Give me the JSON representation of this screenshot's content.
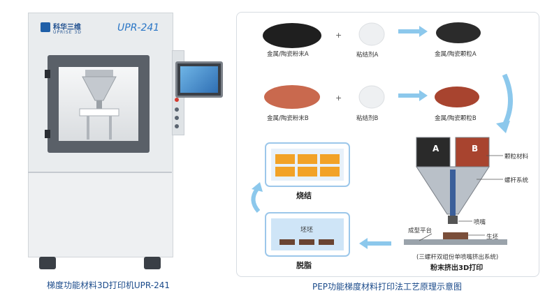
{
  "brand": {
    "name_cn": "科华三维",
    "name_en": "UPRISE 3D",
    "model": "UPR-241"
  },
  "captions": {
    "left": "梯度功能材料3D打印机UPR-241",
    "right": "PEP功能梯度材料打印法工艺原理示意图"
  },
  "process": {
    "powder_a": "金属/陶瓷粉末A",
    "binder_a": "粘结剂A",
    "granule_a": "金属/陶瓷颗粒A",
    "powder_b": "金属/陶瓷粉末B",
    "binder_b": "粘结剂B",
    "granule_b": "金属/陶瓷颗粒B",
    "plus": "+",
    "hopper_a": "A",
    "hopper_b": "B",
    "label_granules": "颗粒材料",
    "label_screw": "螺杆系统",
    "label_platform": "成型平台",
    "label_nozzle": "喷嘴",
    "label_green": "生坯",
    "system_note": "(三螺杆双组份单喷嘴挤出系统)",
    "step_print": "粉末挤出3D打印",
    "step_sinter": "烧结",
    "step_debind": "脱脂",
    "green_body": "坯坯"
  },
  "colors": {
    "accent": "#1a4a8a",
    "arrow": "#8cc8ec",
    "powder_a": "#222222",
    "powder_b": "#c9694e",
    "granule_b": "#a8442f",
    "sinter": "#f2a227",
    "debind_bg": "#cfe5f7"
  }
}
